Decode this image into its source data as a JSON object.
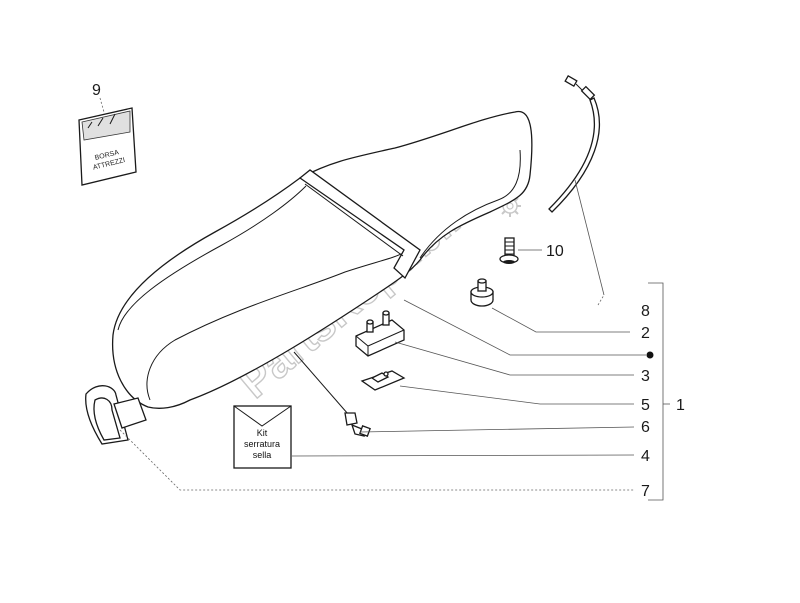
{
  "watermark": "PartsRepublik",
  "part_numbers": {
    "p1": "1",
    "p2": "2",
    "p3": "3",
    "p4": "4",
    "p5": "5",
    "p6": "6",
    "p7": "7",
    "p8": "8",
    "p9": "9",
    "p10": "10"
  },
  "tool_bag": {
    "line1": "BORSA",
    "line2": "ATTREZZI"
  },
  "lock_kit": {
    "line1": "Kit",
    "line2": "serratura",
    "line3": "sella"
  },
  "colors": {
    "line": "#1a1a1a",
    "watermark": "#c8c8c8",
    "background": "#ffffff"
  }
}
